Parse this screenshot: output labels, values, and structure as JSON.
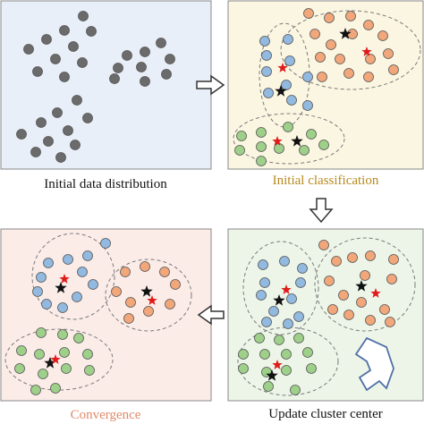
{
  "colors": {
    "gray_point": "#6b6b6b",
    "blue_point": "#92b9e0",
    "orange_point": "#f2a77b",
    "green_point": "#9ed08a",
    "current_center": "#e01b1b",
    "previous_center": "#111111",
    "point_outline": "#555555",
    "dashed_boundary": "#7a7a7a",
    "transition_arrow": "#333333",
    "update_arrow": "#4f6fa8"
  },
  "icons": {
    "transition": "hollow-arrow-icon",
    "center": "star-icon",
    "update": "curved-arrow-icon"
  },
  "panels": [
    {
      "id": "initial-data",
      "caption": "Initial data distribution",
      "caption_color": "#111111",
      "background": "#e9eff8"
    },
    {
      "id": "initial-classification",
      "caption": "Initial classification",
      "caption_color": "#b88a1e",
      "background": "#fbf6e2"
    },
    {
      "id": "update-center",
      "caption": "Update cluster center",
      "caption_color": "#111111",
      "background": "#edf5e8"
    },
    {
      "id": "convergence",
      "caption": "Convergence",
      "caption_color": "#e08a6a",
      "background": "#fbece8"
    }
  ]
}
